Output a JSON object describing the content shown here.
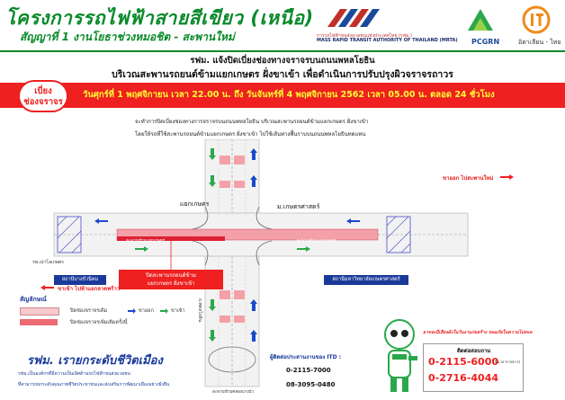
{
  "header": {
    "title": "โครงการรถไฟฟ้าสายสีเขียว (เหนือ)",
    "subtitle": "สัญญาที่ 1 งานโยธาช่วงหมอชิต - สะพานใหม่",
    "mrta_th": "การรถไฟฟ้าขนส่งมวลชนแห่งประเทศไทย (รฟม.)",
    "mrta_en": "MASS RAPID TRANSIT AUTHORITY OF THAILAND (MRTA)",
    "partner1": "PCGRN",
    "partner2": "อิตาเลียน - ไทย"
  },
  "announcement": {
    "line1": "รฟม. แจ้งปิดเบี่ยงช่องทางจราจรบนถนนพหลโยธิน",
    "line2": "บริเวณสะพานรถยนต์ข้ามแยกเกษตร ฝั่งขาเข้า เพื่อดำเนินการปรับปรุงผิวจราจรถาวร"
  },
  "badge": {
    "line1": "เบี่ยง",
    "line2": "ช่องจราจร"
  },
  "schedule": "วันศุกร์ที่ 1 พฤศจิกายน เวลา 22.00 น. ถึง วันจันทร์ที่ 4 พฤศจิกายน 2562 เวลา 05.00 น. ตลอด 24 ชั่วโมง",
  "details": {
    "line1": "จะทำการปิดเบี่ยงช่องทางการจราจรบนถนนพหลโยธิน บริเวณสะพานรถยนต์ข้ามแยกเกษตร ฝั่งขาเข้า",
    "line2": "โดยให้รถที่ใช้สะพานรถยนต์ข้ามแยกเกษตร ฝั่งขาเข้า ไปใช้เส้นทางพื้นราบบนถนนพหลโยธินทดแทน"
  },
  "map": {
    "outbound": "ขาออก ไปสะพานใหม่",
    "inbound": "ขาเข้า ไปห้าแยกลาดพร้าว",
    "kaset_junction": "แยกเกษตร",
    "kaset_road": "ม.เกษตรศาสตร์",
    "school": "รพ.เปาโลเกษตร",
    "station_left": "สถานีบางบัวนิคม",
    "station_right": "สถานีมหาวิทยาลัยเกษตรศาสตร์",
    "closed_label_l1": "ปิดสะพานรถยนต์ข้าม",
    "closed_label_l2": "แยกเกษตร ฝั่งขาเข้า",
    "bridge_text_left": "สะพานข้ามแยกเกษตร",
    "bridge_text_right": "สะพานข้ามแยกเกษตร",
    "phahon_label": "ถ.พหลโยธิน",
    "bottom_label": "สะพานข้ามคลองบางบัว"
  },
  "legend": {
    "title": "สัญลักษณ์",
    "item1": "ปิดช่องจราจรเดิม",
    "item2": "ปิดช่องจราจรเพิ่มเติมครั้งนี้",
    "outbound": "ขาออก",
    "inbound": "ขาเข้า"
  },
  "slogan": "รฟม. เรายกระดับชีวิตเมือง",
  "footer": {
    "line1": "รฟม.เป็นองค์กรที่มีความเป็นเลิศด้านรถไฟฟ้าขนส่งมวลชน",
    "line2": "ที่สามารถยกระดับคุณภาพชีวิตประชาชนและส่งเสริมการพัฒนาเมืองอย่างยั่งยืน"
  },
  "contact": {
    "title": "ผู้ติดต่อประสานงานของ ITD :",
    "phone1": "0-2115-7000",
    "phone2": "08-3095-0480"
  },
  "callout": {
    "bubble": "อาจจะมีเสียงดังในวันงานก่อสร้าง ขออภัยในความไม่สะดวก",
    "label": "ติดต่อสอบถาม",
    "num1": "0-2115-6000",
    "num1_note": "(ในเวลาราชการ)",
    "num2": "0-2716-4044"
  },
  "colors": {
    "green": "#0a8a2a",
    "red": "#ee2020",
    "blue": "#1a3a9a",
    "yellow": "#ffff33"
  }
}
